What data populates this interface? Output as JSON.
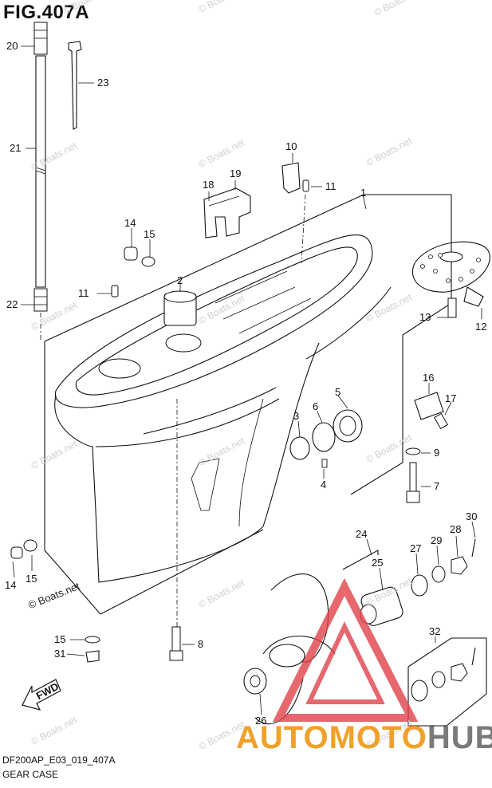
{
  "figure": {
    "title": "FIG.407A",
    "code": "DF200AP_E03_019_407A",
    "name": "GEAR CASE"
  },
  "watermark": {
    "text": "© Boats.net",
    "main_text": "© Boats.net"
  },
  "brand": {
    "part1": "AUTOMOTO",
    "part2": "HUB",
    "triangle_color": "#e0424a",
    "text_color_1": "#f0a12a",
    "text_color_2": "#7a7a7a"
  },
  "fwd_arrow": {
    "label": "FWD"
  },
  "callouts": [
    {
      "id": "c20",
      "text": "20"
    },
    {
      "id": "c23",
      "text": "23"
    },
    {
      "id": "c21",
      "text": "21"
    },
    {
      "id": "c10",
      "text": "10"
    },
    {
      "id": "c19",
      "text": "19"
    },
    {
      "id": "c18",
      "text": "18"
    },
    {
      "id": "c11a",
      "text": "11"
    },
    {
      "id": "c1",
      "text": "1"
    },
    {
      "id": "c14a",
      "text": "14"
    },
    {
      "id": "c15a",
      "text": "15"
    },
    {
      "id": "c2",
      "text": "2"
    },
    {
      "id": "c11b",
      "text": "11"
    },
    {
      "id": "c22",
      "text": "22"
    },
    {
      "id": "c13",
      "text": "13"
    },
    {
      "id": "c12",
      "text": "12"
    },
    {
      "id": "c16",
      "text": "16"
    },
    {
      "id": "c17",
      "text": "17"
    },
    {
      "id": "c5",
      "text": "5"
    },
    {
      "id": "c6",
      "text": "6"
    },
    {
      "id": "c3",
      "text": "3"
    },
    {
      "id": "c9",
      "text": "9"
    },
    {
      "id": "c4",
      "text": "4"
    },
    {
      "id": "c7",
      "text": "7"
    },
    {
      "id": "c30",
      "text": "30"
    },
    {
      "id": "c28",
      "text": "28"
    },
    {
      "id": "c29",
      "text": "29"
    },
    {
      "id": "c27",
      "text": "27"
    },
    {
      "id": "c24",
      "text": "24"
    },
    {
      "id": "c25",
      "text": "25"
    },
    {
      "id": "c14b",
      "text": "14"
    },
    {
      "id": "c15b",
      "text": "15"
    },
    {
      "id": "c15c",
      "text": "15"
    },
    {
      "id": "c31",
      "text": "31"
    },
    {
      "id": "c8",
      "text": "8"
    },
    {
      "id": "c32",
      "text": "32"
    },
    {
      "id": "c26",
      "text": "26"
    }
  ]
}
